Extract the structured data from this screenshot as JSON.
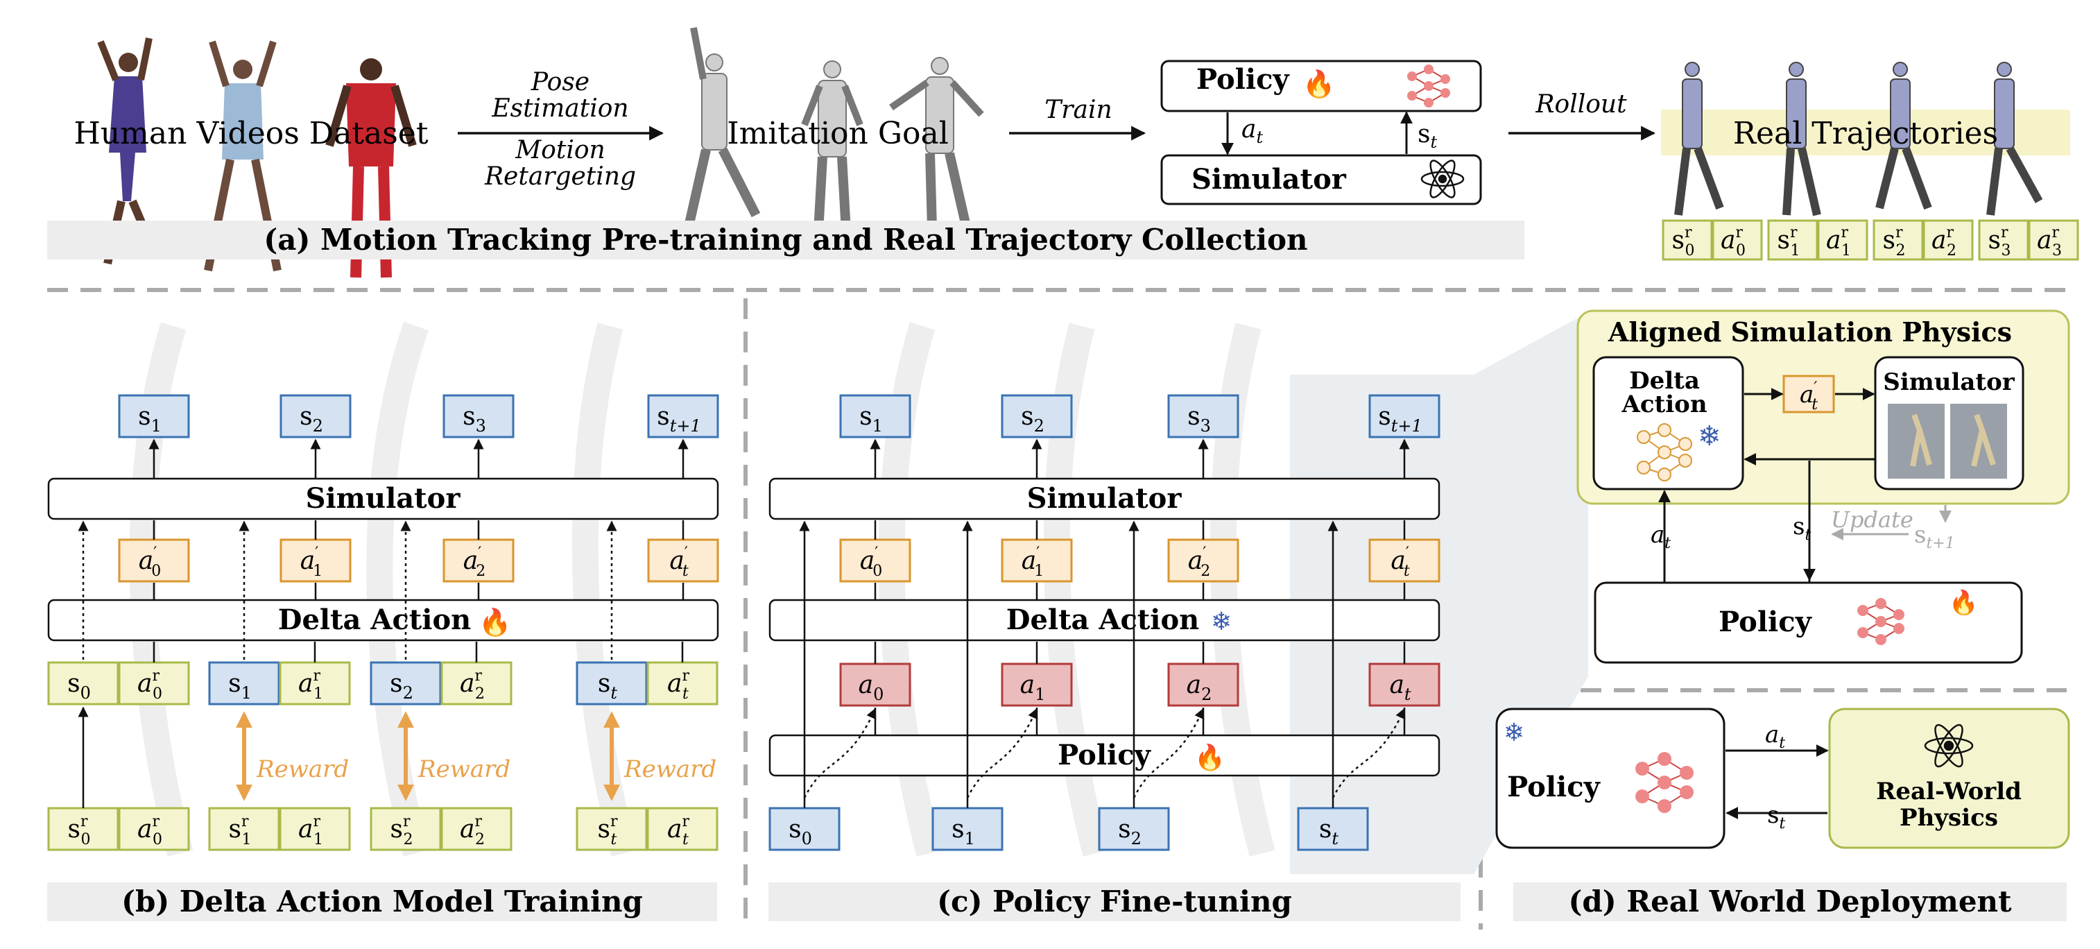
{
  "panel_a": {
    "caption": "(a) Motion Tracking Pre-training and Real Trajectory Collection",
    "human_videos_label": "Human Videos Dataset",
    "arrow1_top": [
      "Pose",
      "Estimation"
    ],
    "arrow1_bottom": [
      "Motion",
      "Retargeting"
    ],
    "imitation_goal_label": "Imitation Goal",
    "train_label": "Train",
    "policy_label": "Policy",
    "simulator_label": "Simulator",
    "at_label": "a",
    "at_sub": "t",
    "st_label": "s",
    "st_sub": "t",
    "rollout_label": "Rollout",
    "real_trajectories_label": "Real Trajectories",
    "traj_cells": [
      {
        "base": "s",
        "sub": "0",
        "sup": "r"
      },
      {
        "base": "a",
        "sub": "0",
        "sup": "r"
      },
      {
        "base": "s",
        "sub": "1",
        "sup": "r"
      },
      {
        "base": "a",
        "sub": "1",
        "sup": "r"
      },
      {
        "base": "s",
        "sub": "2",
        "sup": "r"
      },
      {
        "base": "a",
        "sub": "2",
        "sup": "r"
      },
      {
        "base": "s",
        "sub": "3",
        "sup": "r"
      },
      {
        "base": "a",
        "sub": "3",
        "sup": "r"
      }
    ]
  },
  "panel_b": {
    "caption": "(b) Delta Action Model Training",
    "simulator_label": "Simulator",
    "delta_action_label": "Delta Action",
    "reward_label": "Reward",
    "next_states": [
      {
        "base": "s",
        "sub": "1"
      },
      {
        "base": "s",
        "sub": "2"
      },
      {
        "base": "s",
        "sub": "3"
      },
      {
        "base": "s",
        "sub": "t+1"
      }
    ],
    "delta_outputs": [
      {
        "base": "a",
        "sub": "0",
        "sup": "′"
      },
      {
        "base": "a",
        "sub": "1",
        "sup": "′"
      },
      {
        "base": "a",
        "sub": "2",
        "sup": "′"
      },
      {
        "base": "a",
        "sub": "t",
        "sup": "′"
      }
    ],
    "input_states": [
      {
        "base": "s",
        "sub": "0"
      },
      {
        "base": "s",
        "sub": "1"
      },
      {
        "base": "s",
        "sub": "2"
      },
      {
        "base": "s",
        "sub": "t"
      }
    ],
    "input_real_actions": [
      {
        "base": "a",
        "sub": "0",
        "sup": "r"
      },
      {
        "base": "a",
        "sub": "1",
        "sup": "r"
      },
      {
        "base": "a",
        "sub": "2",
        "sup": "r"
      },
      {
        "base": "a",
        "sub": "t",
        "sup": "r"
      }
    ],
    "real_states": [
      {
        "base": "s",
        "sub": "0",
        "sup": "r"
      },
      {
        "base": "s",
        "sub": "1",
        "sup": "r"
      },
      {
        "base": "s",
        "sub": "2",
        "sup": "r"
      },
      {
        "base": "s",
        "sub": "t",
        "sup": "r"
      }
    ],
    "real_actions": [
      {
        "base": "a",
        "sub": "0",
        "sup": "r"
      },
      {
        "base": "a",
        "sub": "1",
        "sup": "r"
      },
      {
        "base": "a",
        "sub": "2",
        "sup": "r"
      },
      {
        "base": "a",
        "sub": "t",
        "sup": "r"
      }
    ]
  },
  "panel_c": {
    "caption": "(c) Policy Fine-tuning",
    "simulator_label": "Simulator",
    "delta_action_label": "Delta Action",
    "policy_label": "Policy",
    "next_states": [
      {
        "base": "s",
        "sub": "1"
      },
      {
        "base": "s",
        "sub": "2"
      },
      {
        "base": "s",
        "sub": "3"
      },
      {
        "base": "s",
        "sub": "t+1"
      }
    ],
    "delta_outputs": [
      {
        "base": "a",
        "sub": "0",
        "sup": "′"
      },
      {
        "base": "a",
        "sub": "1",
        "sup": "′"
      },
      {
        "base": "a",
        "sub": "2",
        "sup": "′"
      },
      {
        "base": "a",
        "sub": "t",
        "sup": "′"
      }
    ],
    "policy_actions": [
      {
        "base": "a",
        "sub": "0"
      },
      {
        "base": "a",
        "sub": "1"
      },
      {
        "base": "a",
        "sub": "2"
      },
      {
        "base": "a",
        "sub": "t"
      }
    ],
    "states": [
      {
        "base": "s",
        "sub": "0"
      },
      {
        "base": "s",
        "sub": "1"
      },
      {
        "base": "s",
        "sub": "2"
      },
      {
        "base": "s",
        "sub": "t"
      }
    ]
  },
  "panel_aligned": {
    "title": "Aligned Simulation Physics",
    "delta_action_label": [
      "Delta",
      "Action"
    ],
    "simulator_label": "Simulator",
    "a_prime": {
      "base": "a",
      "sub": "t",
      "sup": "′"
    },
    "update_label": "Update",
    "st": {
      "base": "s",
      "sub": "t"
    },
    "st1": {
      "base": "s",
      "sub": "t+1"
    },
    "at": {
      "base": "a",
      "sub": "t"
    },
    "policy_label": "Policy"
  },
  "panel_d": {
    "caption": "(d) Real World Deployment",
    "policy_label": "Policy",
    "at": {
      "base": "a",
      "sub": "t"
    },
    "st": {
      "base": "s",
      "sub": "t"
    },
    "physics_label": [
      "Real-World",
      "Physics"
    ]
  },
  "colors": {
    "green_fill": "#f4f5cf",
    "green_stroke": "#a9b94a",
    "blue_fill": "#d4e2f2",
    "blue_stroke": "#3b73b2",
    "orange_fill": "#fdebd2",
    "orange_stroke": "#d9962e",
    "red_fill": "#ecbcbc",
    "red_stroke": "#b33b3b",
    "caption_bg": "#ededed",
    "reward": "#e9a24a",
    "panel_yellow": "#f8f6d3",
    "panel_yellow_stroke": "#b9c35a",
    "gray_box": "#ebeef1"
  }
}
